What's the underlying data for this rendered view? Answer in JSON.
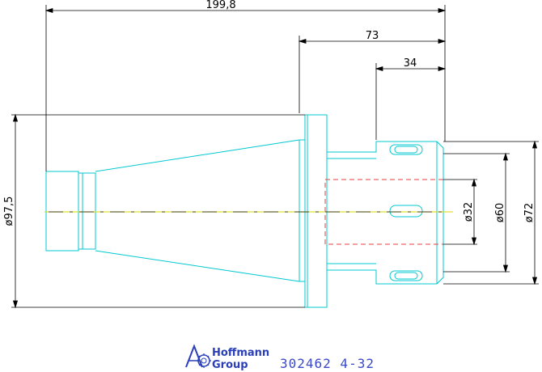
{
  "drawing": {
    "dimensions": {
      "overall_length": "199,8",
      "length_from_flange": "73",
      "collet_length": "34",
      "flange_diameter": "ø97,5",
      "bore_diameter": "ø32",
      "collet_inner_diameter": "ø60",
      "collet_outer_diameter": "ø72"
    },
    "colors": {
      "outline": "#00c8d0",
      "centerline": "#d8d800",
      "hidden": "#e04040",
      "dimension": "#000000",
      "brand": "#2a3fb8"
    }
  },
  "footer": {
    "brand_line1": "Hoffmann",
    "brand_line2": "Group",
    "part_code": "302462  4-32",
    "logo_icon": "hoffmann-logo-icon"
  }
}
